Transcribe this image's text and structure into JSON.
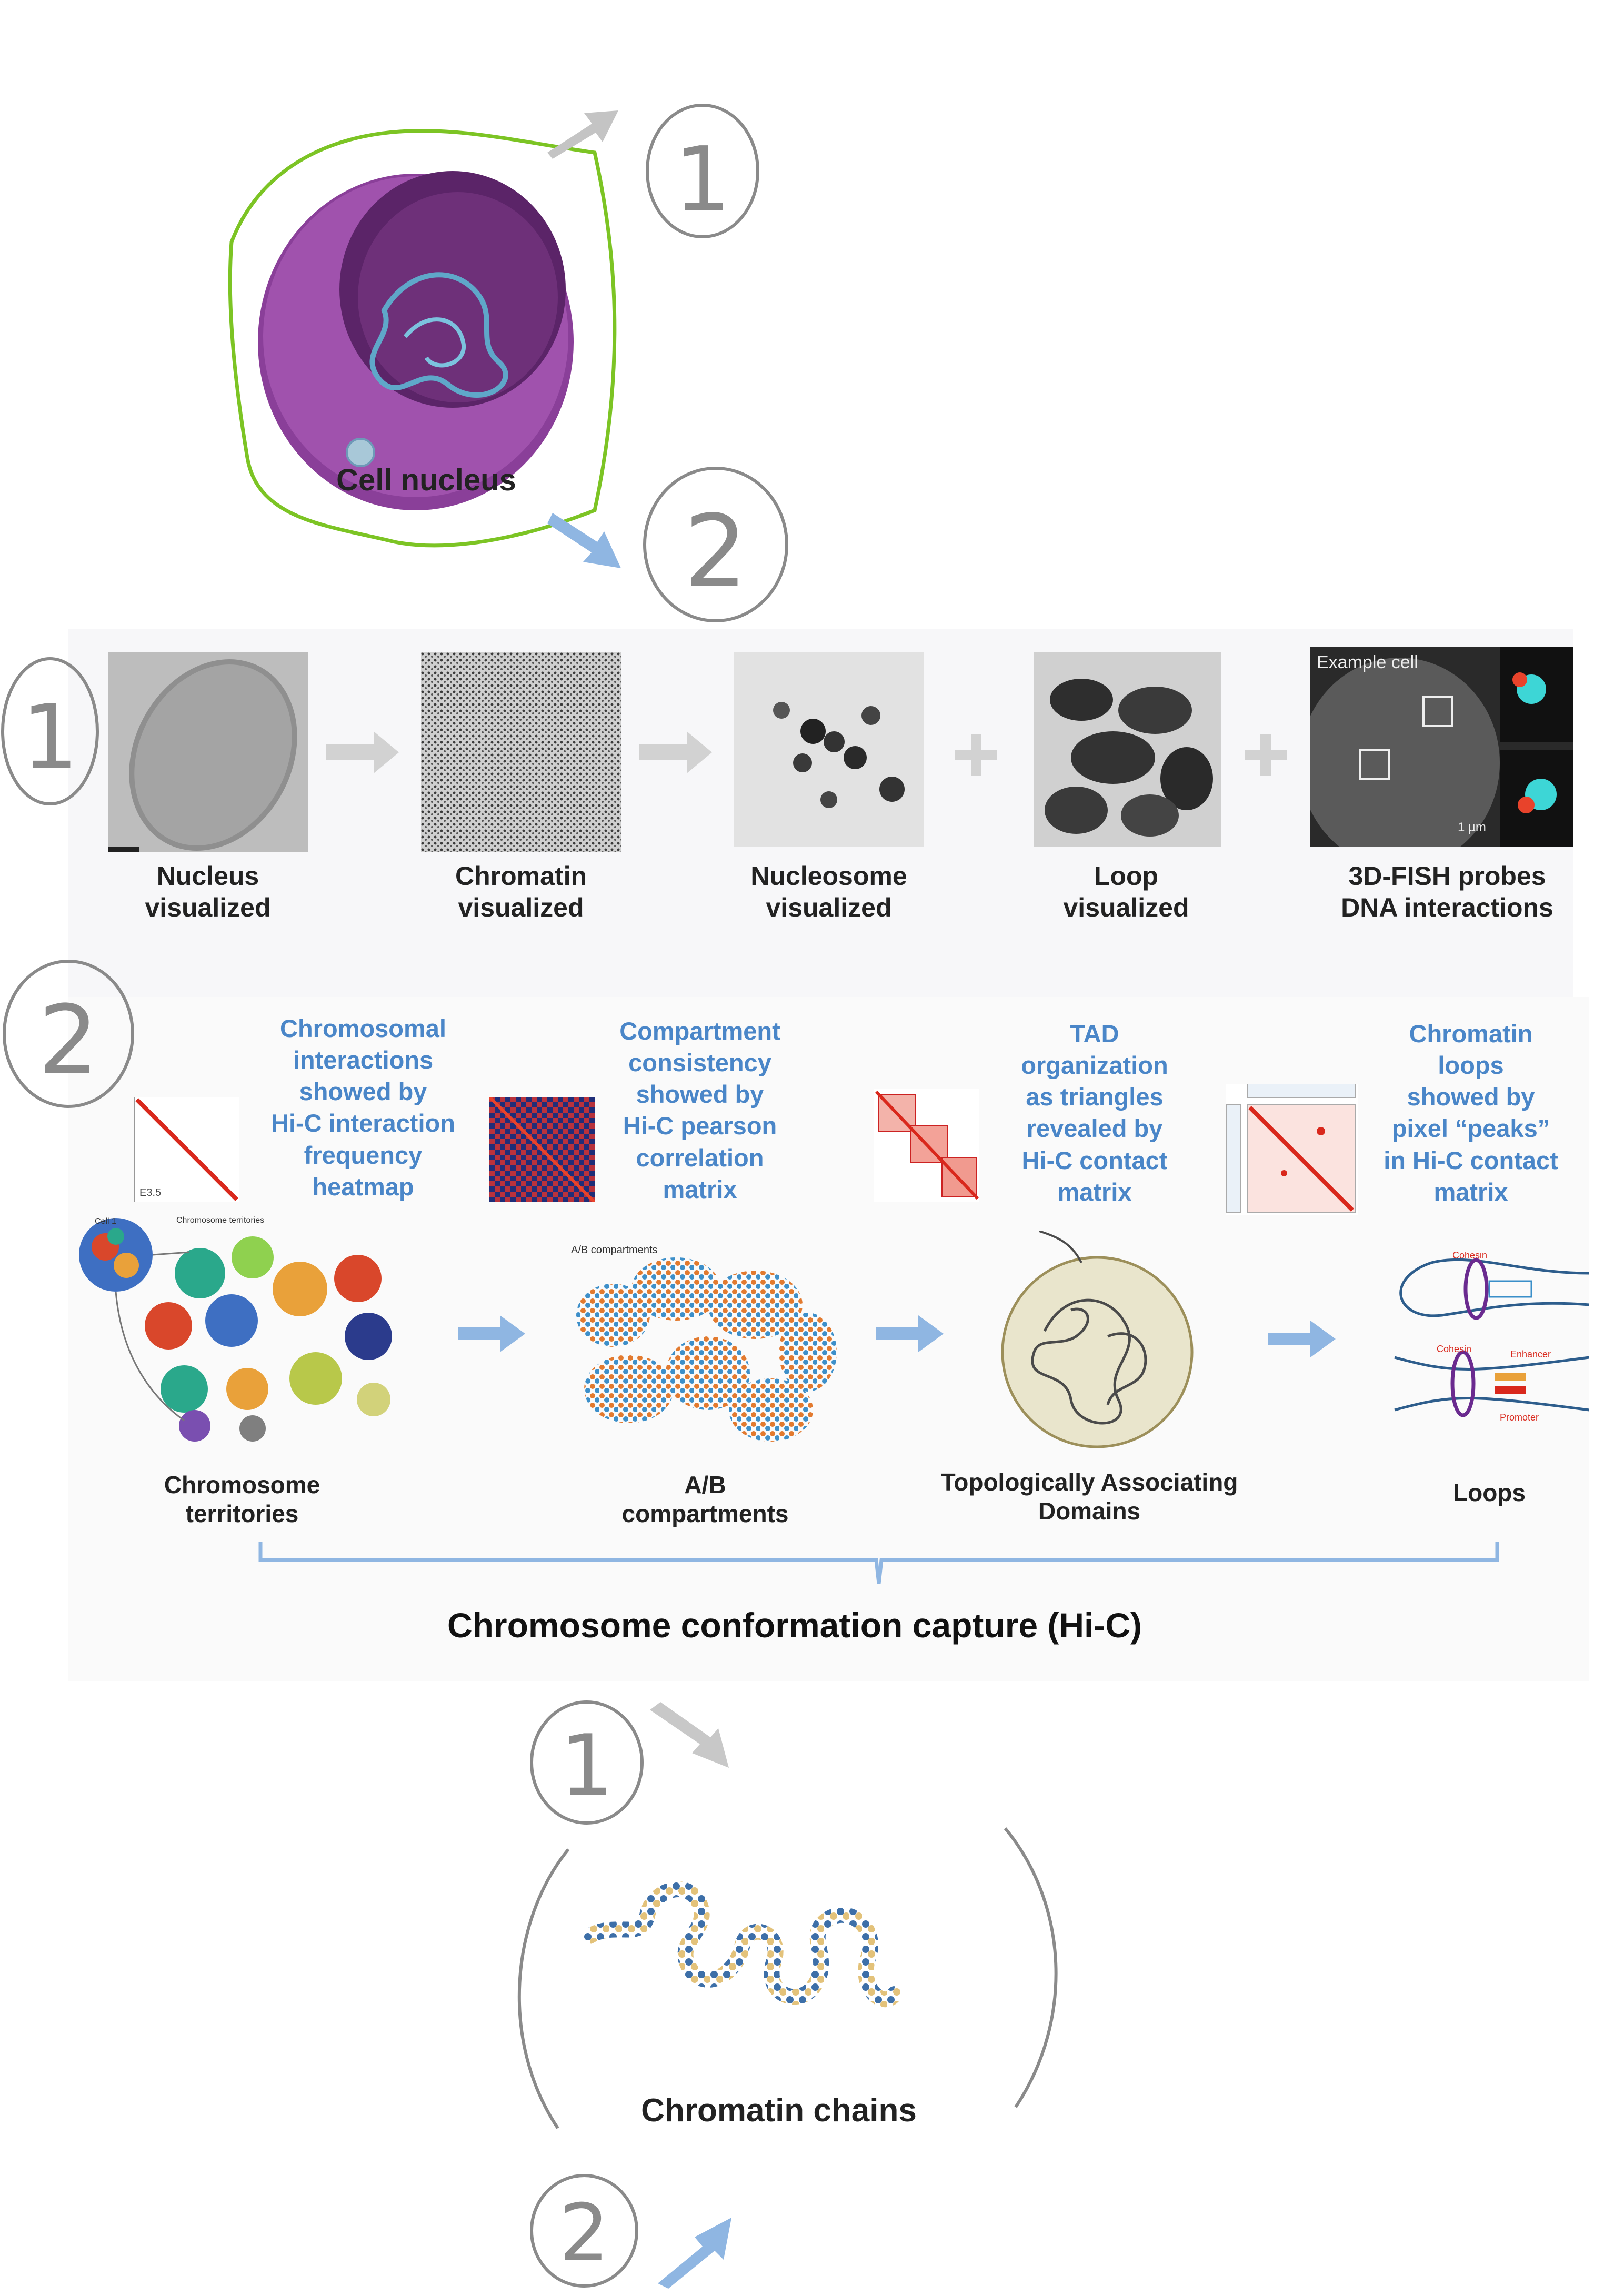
{
  "top": {
    "nucleus_label": "Cell nucleus",
    "marker_1": "1",
    "marker_2": "2"
  },
  "row_imaging": {
    "marker": "1",
    "items": [
      {
        "label": "Nucleus\nvisualized"
      },
      {
        "label": "Chromatin\nvisualized"
      },
      {
        "label": "Nucleosome\nvisualized"
      },
      {
        "label": "Loop\nvisualized"
      },
      {
        "label": "3D-FISH probes\nDNA interactions"
      }
    ],
    "connectors": [
      "arrow",
      "arrow",
      "plus",
      "plus"
    ],
    "fish_inset_title": "Example cell",
    "fish_scale": "1 µm"
  },
  "row_hic": {
    "marker": "2",
    "captions": [
      "Chromosomal\ninteractions\nshowed by\nHi-C interaction\nfrequency\nheatmap",
      "Compartment\nconsistency\nshowed by\nHi-C pearson\ncorrelation\nmatrix",
      "TAD\norganization\nas triangles\nrevealed by\nHi-C contact\nmatrix",
      "Chromatin\nloops\nshowed by\npixel “peaks”\nin Hi-C contact\nmatrix"
    ],
    "heatmap_tag": "E3.5",
    "territory_tags": [
      "Cell 1",
      "Chromosome\nterritories"
    ],
    "compartment_tag": "A/B compartments",
    "loop_tags": [
      "Cohesin",
      "Cohesin",
      "Enhancer",
      "Promoter"
    ],
    "structures": [
      "Chromosome\nterritories",
      "A/B\ncompartments",
      "Topologically Associating\nDomains",
      "Loops"
    ],
    "brace_title": "Chromosome conformation capture (Hi-C)"
  },
  "bottom": {
    "marker_1": "1",
    "marker_2": "2",
    "chain_label": "Chromatin chains"
  },
  "colors": {
    "green_outline": "#7cc424",
    "nucleus_purple": "#9b4fa8",
    "caption_blue": "#4a86c8",
    "arrow_blue": "#8fb6e2",
    "arrow_grey": "#c4c4c4",
    "hic_red": "#d9281c"
  }
}
